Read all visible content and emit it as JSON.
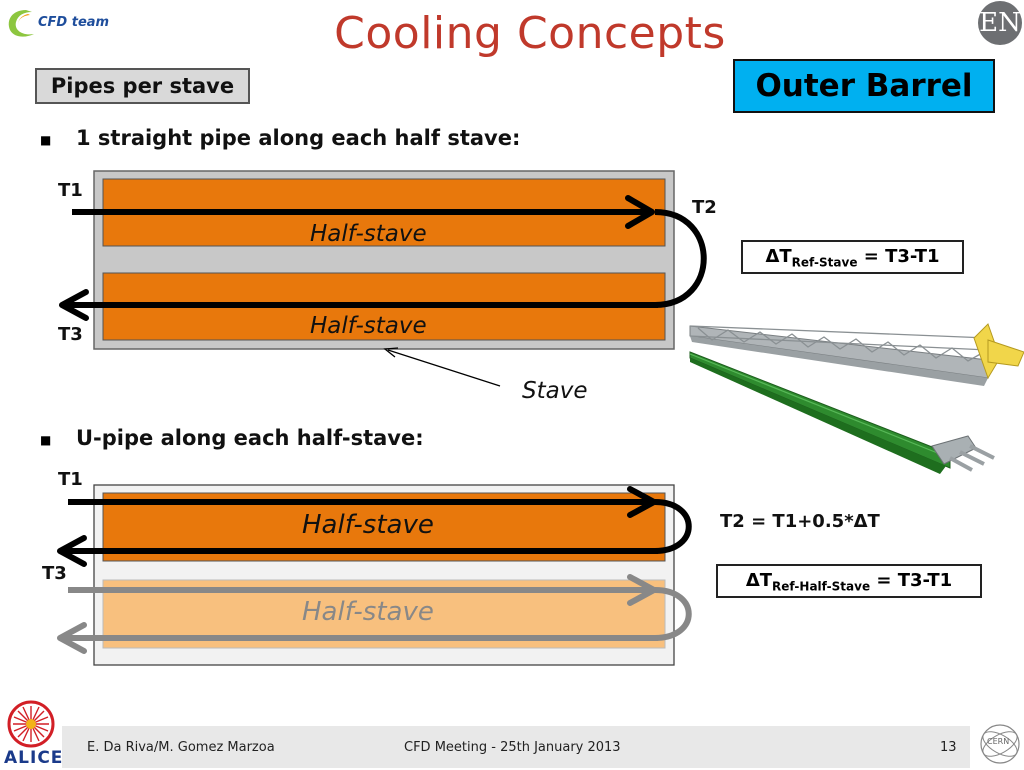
{
  "title": "Cooling Concepts",
  "logo_text": "CFD team",
  "en_badge": "EN",
  "pipes_label": "Pipes per stave",
  "outer_barrel_label": "Outer Barrel",
  "section1": {
    "bullet": "1 straight pipe along each half stave:",
    "half_stave_top": "Half-stave",
    "half_stave_bottom": "Half-stave",
    "t1": "T1",
    "t2": "T2",
    "t3": "T3",
    "stave_label": "Stave",
    "formula_main": "ΔT",
    "formula_sub": "Ref-Stave",
    "formula_rhs": " = T3-T1"
  },
  "section2": {
    "bullet": "U-pipe along each half-stave:",
    "half_stave_top": "Half-stave",
    "half_stave_bottom": "Half-stave",
    "t1": "T1",
    "t3": "T3",
    "t2_formula": "T2 = T1+0.5*ΔT",
    "formula_main": "ΔT",
    "formula_sub": "Ref-Half-Stave",
    "formula_rhs": " = T3-T1"
  },
  "footer": {
    "authors": "E. Da Riva/M. Gomez Marzoa",
    "meeting": "CFD Meeting - 25th January 2013",
    "page": "13"
  },
  "alice_logo_text": "ALICE",
  "cern_logo_text": "CERN",
  "colors": {
    "title": "#c0392b",
    "orange": "#e8780c",
    "light_orange": "#f8c07e",
    "stave_gray": "#c8c8c8",
    "outer_barrel_bg": "#00b0f0"
  }
}
